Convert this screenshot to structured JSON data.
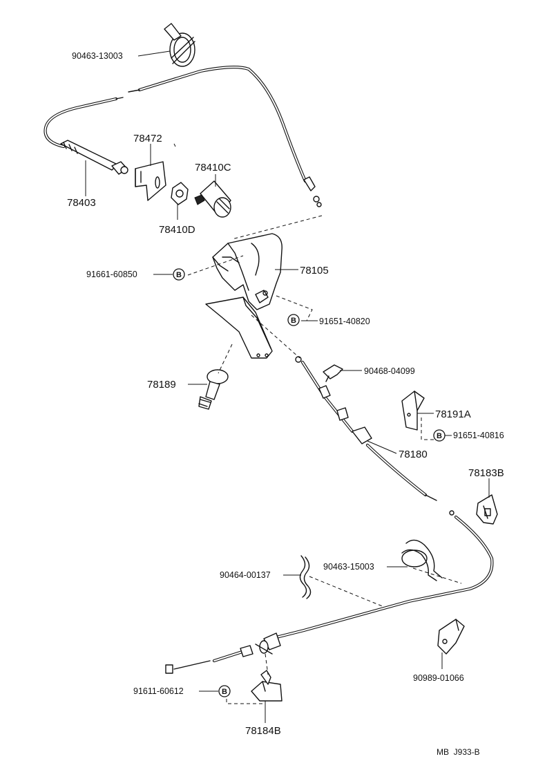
{
  "diagram": {
    "callouts": {
      "c90463_13003": "90463-13003",
      "c78472": "78472",
      "c78403": "78403",
      "c78410C": "78410C",
      "c78410D": "78410D",
      "c91661_60850": "91661-60850",
      "c78105": "78105",
      "c91651_40820": "91651-40820",
      "c90468_04099": "90468-04099",
      "c78189": "78189",
      "c78191A": "78191A",
      "c91651_40816": "91651-40816",
      "c78180": "78180",
      "c78183B": "78183B",
      "c90464_00137": "90464-00137",
      "c90463_15003": "90463-15003",
      "c90989_01066": "90989-01066",
      "c91611_60612": "91611-60612",
      "c78184B": "78184B"
    },
    "badge_letter": "B",
    "footer_code": "MB  J933-B"
  }
}
